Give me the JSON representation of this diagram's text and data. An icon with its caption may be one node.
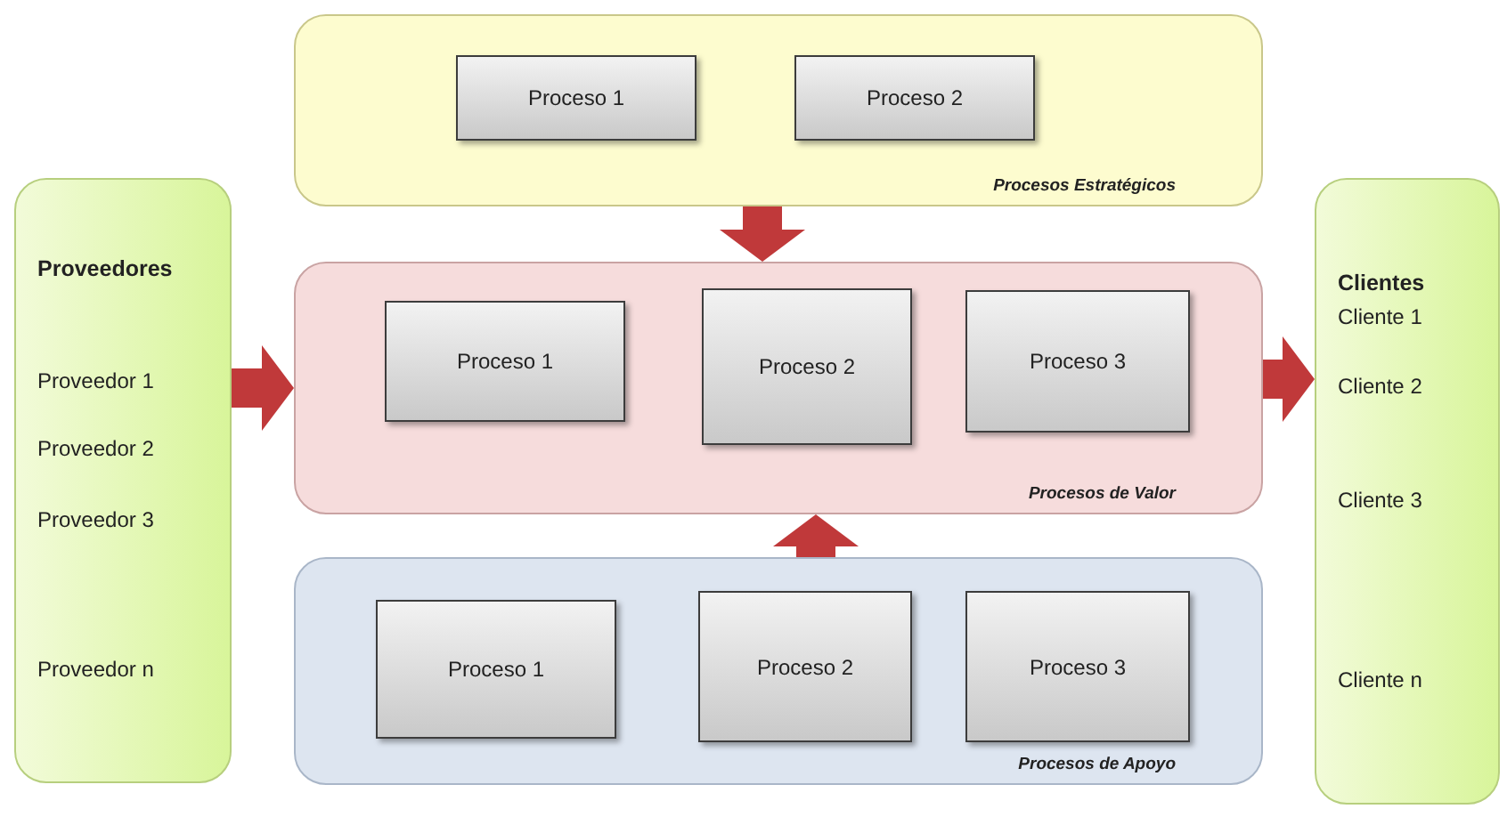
{
  "diagram": {
    "nodes": [
      {
        "text": [
          "Proveedores",
          "Proveedor 1",
          "Proveedor 2",
          "Proveedor 3",
          "Proveedor n"
        ]
      },
      {
        "text": [
          "Procesos Estratégicos"
        ]
      },
      {
        "text": [
          "Proceso 1"
        ],
        "in": 1
      },
      {
        "text": [
          "Proceso 2"
        ],
        "in": 1
      },
      {
        "text": [
          "Procesos de Valor"
        ]
      },
      {
        "text": [
          "Proceso 1"
        ],
        "in": 4
      },
      {
        "text": [
          "Proceso 2"
        ],
        "in": 4
      },
      {
        "text": [
          "Proceso 3"
        ],
        "in": 4
      },
      {
        "text": [
          "Procesos de Apoyo"
        ]
      },
      {
        "text": [
          "Proceso 1"
        ],
        "in": 8
      },
      {
        "text": [
          "Proceso 2"
        ],
        "in": 8
      },
      {
        "text": [
          "Proceso 3"
        ],
        "in": 8
      },
      {
        "text": [
          "Clientes",
          "Cliente 1",
          "Cliente 2",
          "Cliente 3",
          "Cliente n"
        ]
      }
    ],
    "edges": [
      {
        "from": 0,
        "to": 4,
        "arrow": "to"
      },
      {
        "from": 1,
        "to": 4,
        "arrow": "to"
      },
      {
        "from": 8,
        "to": 4,
        "arrow": "to"
      },
      {
        "from": 4,
        "to": 12,
        "arrow": "to"
      }
    ]
  }
}
